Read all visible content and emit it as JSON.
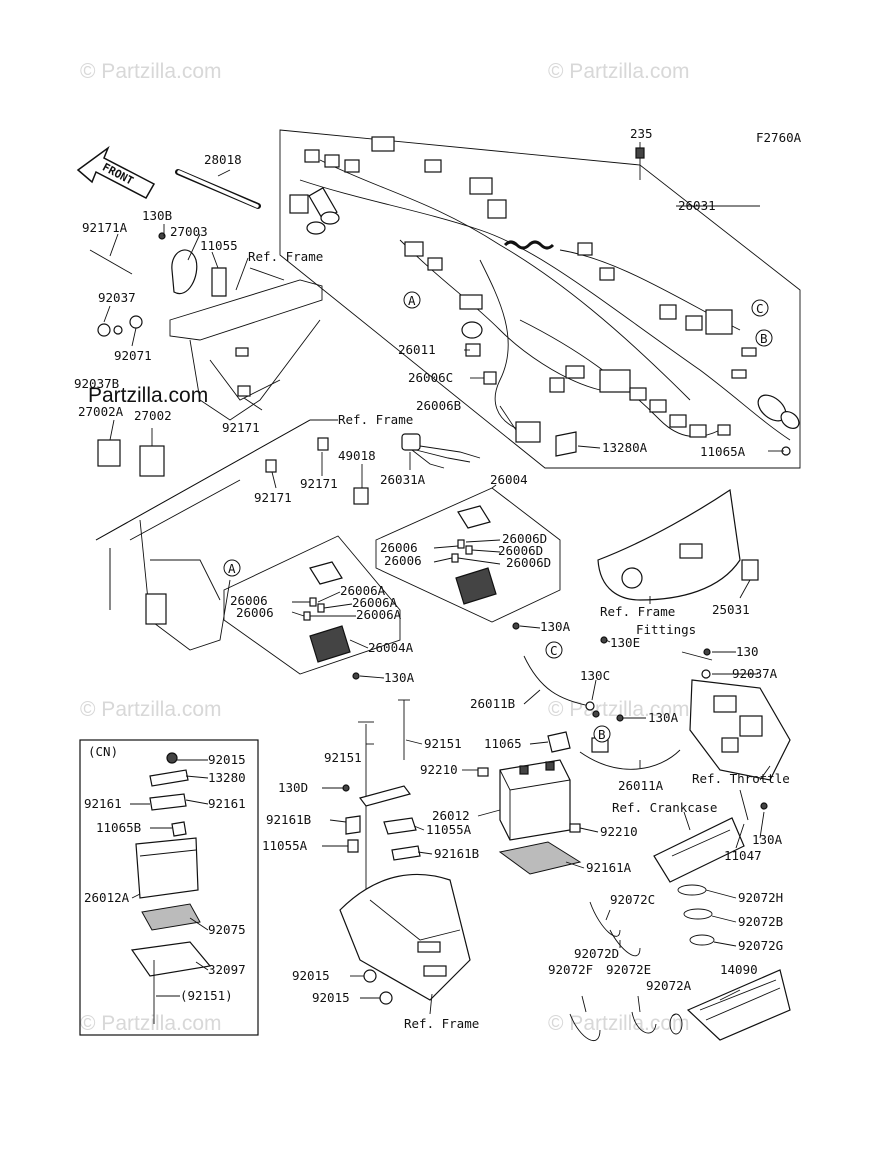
{
  "diagram": {
    "figure_code": "F2760A",
    "front_label": "FRONT",
    "watermark": "© Partzilla.com",
    "watermark_dark": "Partzilla.com",
    "cn_title": "(CN)",
    "callouts": [
      "A",
      "B",
      "C"
    ],
    "refs": {
      "frame_top": "Ref. Frame",
      "frame_mid": "Ref. Frame",
      "frame_fittings_1": "Ref. Frame",
      "frame_fittings_2": "Fittings",
      "throttle": "Ref. Throttle",
      "crankcase": "Ref. Crankcase",
      "frame_bottom": "Ref. Frame"
    },
    "parts": [
      "235",
      "26031",
      "28018",
      "130B",
      "27003",
      "11055",
      "92171A",
      "92037",
      "92071",
      "92037B",
      "27002A",
      "27002",
      "92171",
      "92171",
      "49018",
      "92171",
      "26011",
      "26006C",
      "26006B",
      "13280A",
      "11065A",
      "26031A",
      "26004",
      "26006D",
      "26006D",
      "26006D",
      "26006",
      "26006",
      "25031",
      "26006A",
      "26006A",
      "26006A",
      "26006",
      "26006",
      "130A",
      "130E",
      "26004A",
      "130",
      "92037A",
      "130A",
      "130C",
      "26011B",
      "130A",
      "11065",
      "26011A",
      "92151",
      "92151",
      "92210",
      "26012",
      "92210",
      "130D",
      "92161B",
      "11055A",
      "11055A",
      "92161B",
      "92161A",
      "11047",
      "130A",
      "92072H",
      "92072C",
      "92072B",
      "92072G",
      "92072D",
      "92072E",
      "92072F",
      "92072A",
      "14090",
      "92015",
      "92015",
      "92015",
      "13280",
      "92161",
      "92161",
      "11065B",
      "26012A",
      "92075",
      "32097",
      "(92151)"
    ]
  }
}
